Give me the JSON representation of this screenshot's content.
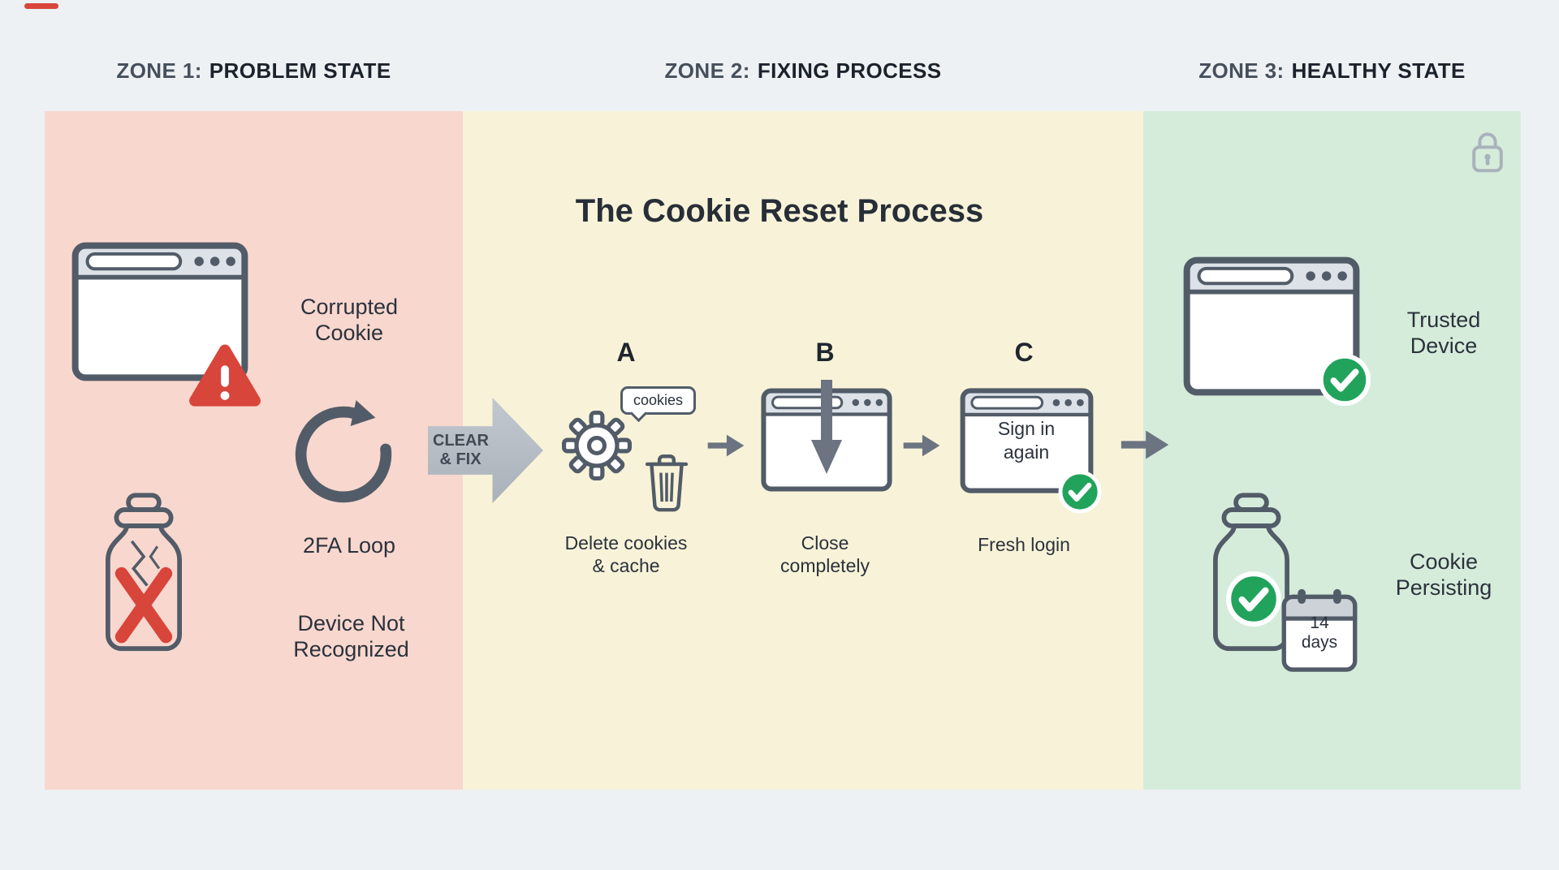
{
  "headers": {
    "zone1_label": "ZONE 1:",
    "zone1_title": "PROBLEM STATE",
    "zone2_label": "ZONE 2:",
    "zone2_title": "FIXING PROCESS",
    "zone3_label": "ZONE 3:",
    "zone3_title": "HEALTHY STATE"
  },
  "zone1": {
    "corrupted_cookie_label": "Corrupted Cookie",
    "loop_label": "2FA Loop",
    "device_label": "Device Not Recognized"
  },
  "transition_arrow": {
    "label": "CLEAR & FIX"
  },
  "zone2": {
    "title": "The Cookie Reset Process",
    "steps": [
      {
        "letter": "A",
        "bubble_text": "cookies",
        "caption": "Delete cookies & cache"
      },
      {
        "letter": "B",
        "caption": "Close completely"
      },
      {
        "letter": "C",
        "window_text": "Sign in again",
        "caption": "Fresh login"
      }
    ]
  },
  "zone3": {
    "trusted_device_label": "Trusted Device",
    "cookie_persisting_label": "Cookie Persisting",
    "calendar_text": "14 days"
  },
  "icons": [
    "browser-window-icon",
    "warning-triangle-icon",
    "refresh-loop-icon",
    "broken-cookie-jar-icon",
    "error-x-icon",
    "clear-fix-arrow",
    "gear-icon",
    "cookies-bubble",
    "trash-icon",
    "down-arrow-icon",
    "right-arrow-icon",
    "check-circle-icon",
    "lock-icon",
    "cookie-jar-icon",
    "calendar-icon"
  ],
  "colors": {
    "page_bg": "#eef1f4",
    "zone1_bg": "#f8d7ce",
    "zone2_bg": "#f8f3d8",
    "zone3_bg": "#d6ecdb",
    "alert_red": "#d8453b",
    "success_green": "#21a35c",
    "icon_gray": "#525c68",
    "soft_gray": "#a9b2bb",
    "flow_arrow_gray": "#6b7480",
    "big_arrow_gray": "#b3bac2"
  }
}
